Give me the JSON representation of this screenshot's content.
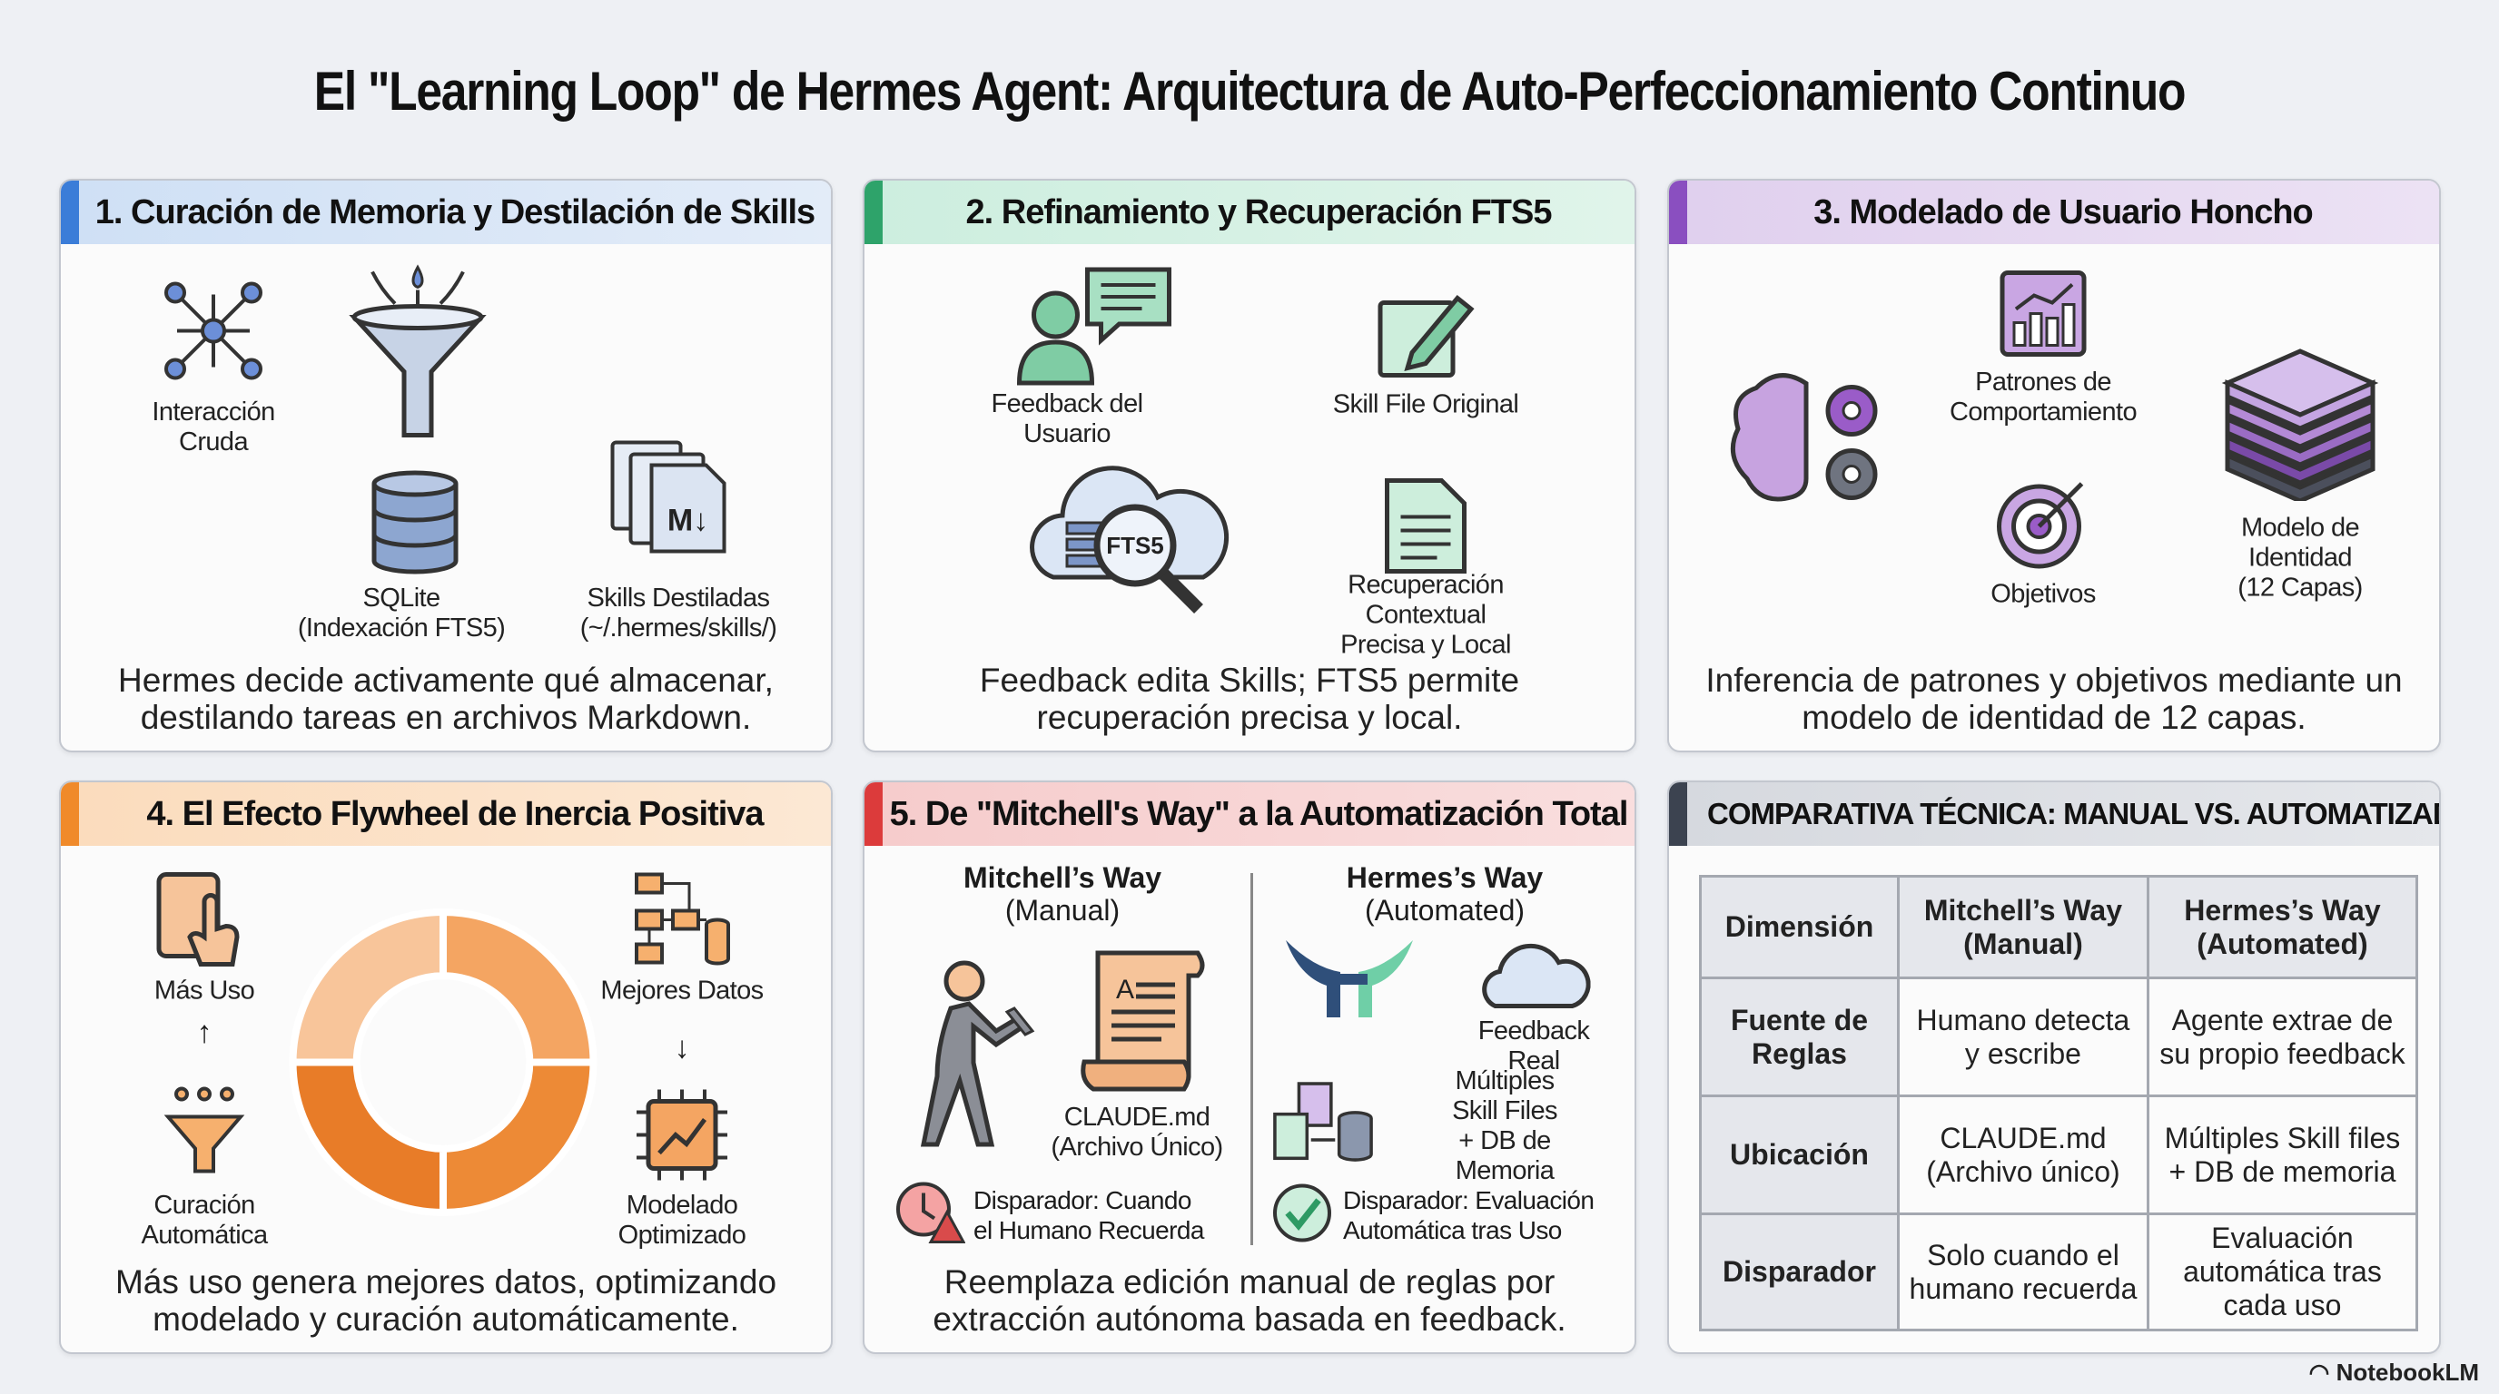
{
  "title": "El \"Learning Loop\" de Hermes Agent: Arquitectura de Auto-Perfeccionamiento Continuo",
  "colors": {
    "background": "#eef0f4",
    "p1": "#3b7dd8",
    "p2": "#2ea36a",
    "p3": "#8a4fc0",
    "p4": "#f08a2a",
    "p5": "#dc3b3b",
    "p6": "#3c4350"
  },
  "p1": {
    "title": "1. Curación de Memoria y Destilación de Skills",
    "raw": "Interacción\nCruda",
    "sqlite": "SQLite\n(Indexación FTS5)",
    "skills": "Skills Destiladas\n(~/.hermes/skills/)",
    "caption": "Hermes decide activamente qué almacenar, destilando tareas en archivos Markdown."
  },
  "p2": {
    "title": "2. Refinamiento y Recuperación FTS5",
    "feedback": "Feedback del\nUsuario",
    "skill_file": "Skill File Original",
    "fts5": "FTS5",
    "retrieval": "Recuperación Contextual\nPrecisa y Local",
    "caption": "Feedback edita Skills; FTS5 permite recuperación precisa y local."
  },
  "p3": {
    "title": "3. Modelado de Usuario Honcho",
    "patterns": "Patrones de\nComportamiento",
    "goals": "Objetivos",
    "identity": "Modelo de Identidad\n(12 Capas)",
    "caption": "Inferencia de patrones y objetivos mediante un modelo de identidad de 12 capas."
  },
  "p4": {
    "title": "4. El Efecto Flywheel de Inercia Positiva",
    "more_use": "Más Uso",
    "better_data": "Mejores Datos",
    "curation": "Curación\nAutomática",
    "modeling": "Modelado\nOptimizado",
    "caption": "Más uso genera mejores datos, optimizando modelado y curación automáticamente."
  },
  "p5": {
    "title": "5. De \"Mitchell's Way\" a la Automatización Total",
    "m_head": "Mitchell’s Way",
    "m_sub": "(Manual)",
    "h_head": "Hermes’s Way",
    "h_sub": "(Automated)",
    "claude": "CLAUDE.md\n(Archivo Único)",
    "feedback_real": "Feedback\nReal",
    "multi": "Múltiples Skill Files\n+ DB de Memoria",
    "m_trigger": "Disparador: Cuando\nel Humano Recuerda",
    "h_trigger": "Disparador: Evaluación\nAutomática tras Uso",
    "caption": "Reemplaza edición manual de reglas por extracción autónoma basada en feedback."
  },
  "p6": {
    "title": "COMPARATIVA TÉCNICA: MANUAL VS. AUTOMATIZADO",
    "headers": [
      "Dimensión",
      "Mitchell’s Way\n(Manual)",
      "Hermes’s Way\n(Automated)"
    ],
    "rows": [
      [
        "Fuente de\nReglas",
        "Humano detecta\ny escribe",
        "Agente extrae de\nsu propio feedback"
      ],
      [
        "Ubicación",
        "CLAUDE.md\n(Archivo único)",
        "Múltiples Skill files\n+ DB de memoria"
      ],
      [
        "Disparador",
        "Solo cuando el\nhumano recuerda",
        "Evaluación\nautomática tras\ncada uso"
      ]
    ]
  },
  "brand": "NotebookLM"
}
